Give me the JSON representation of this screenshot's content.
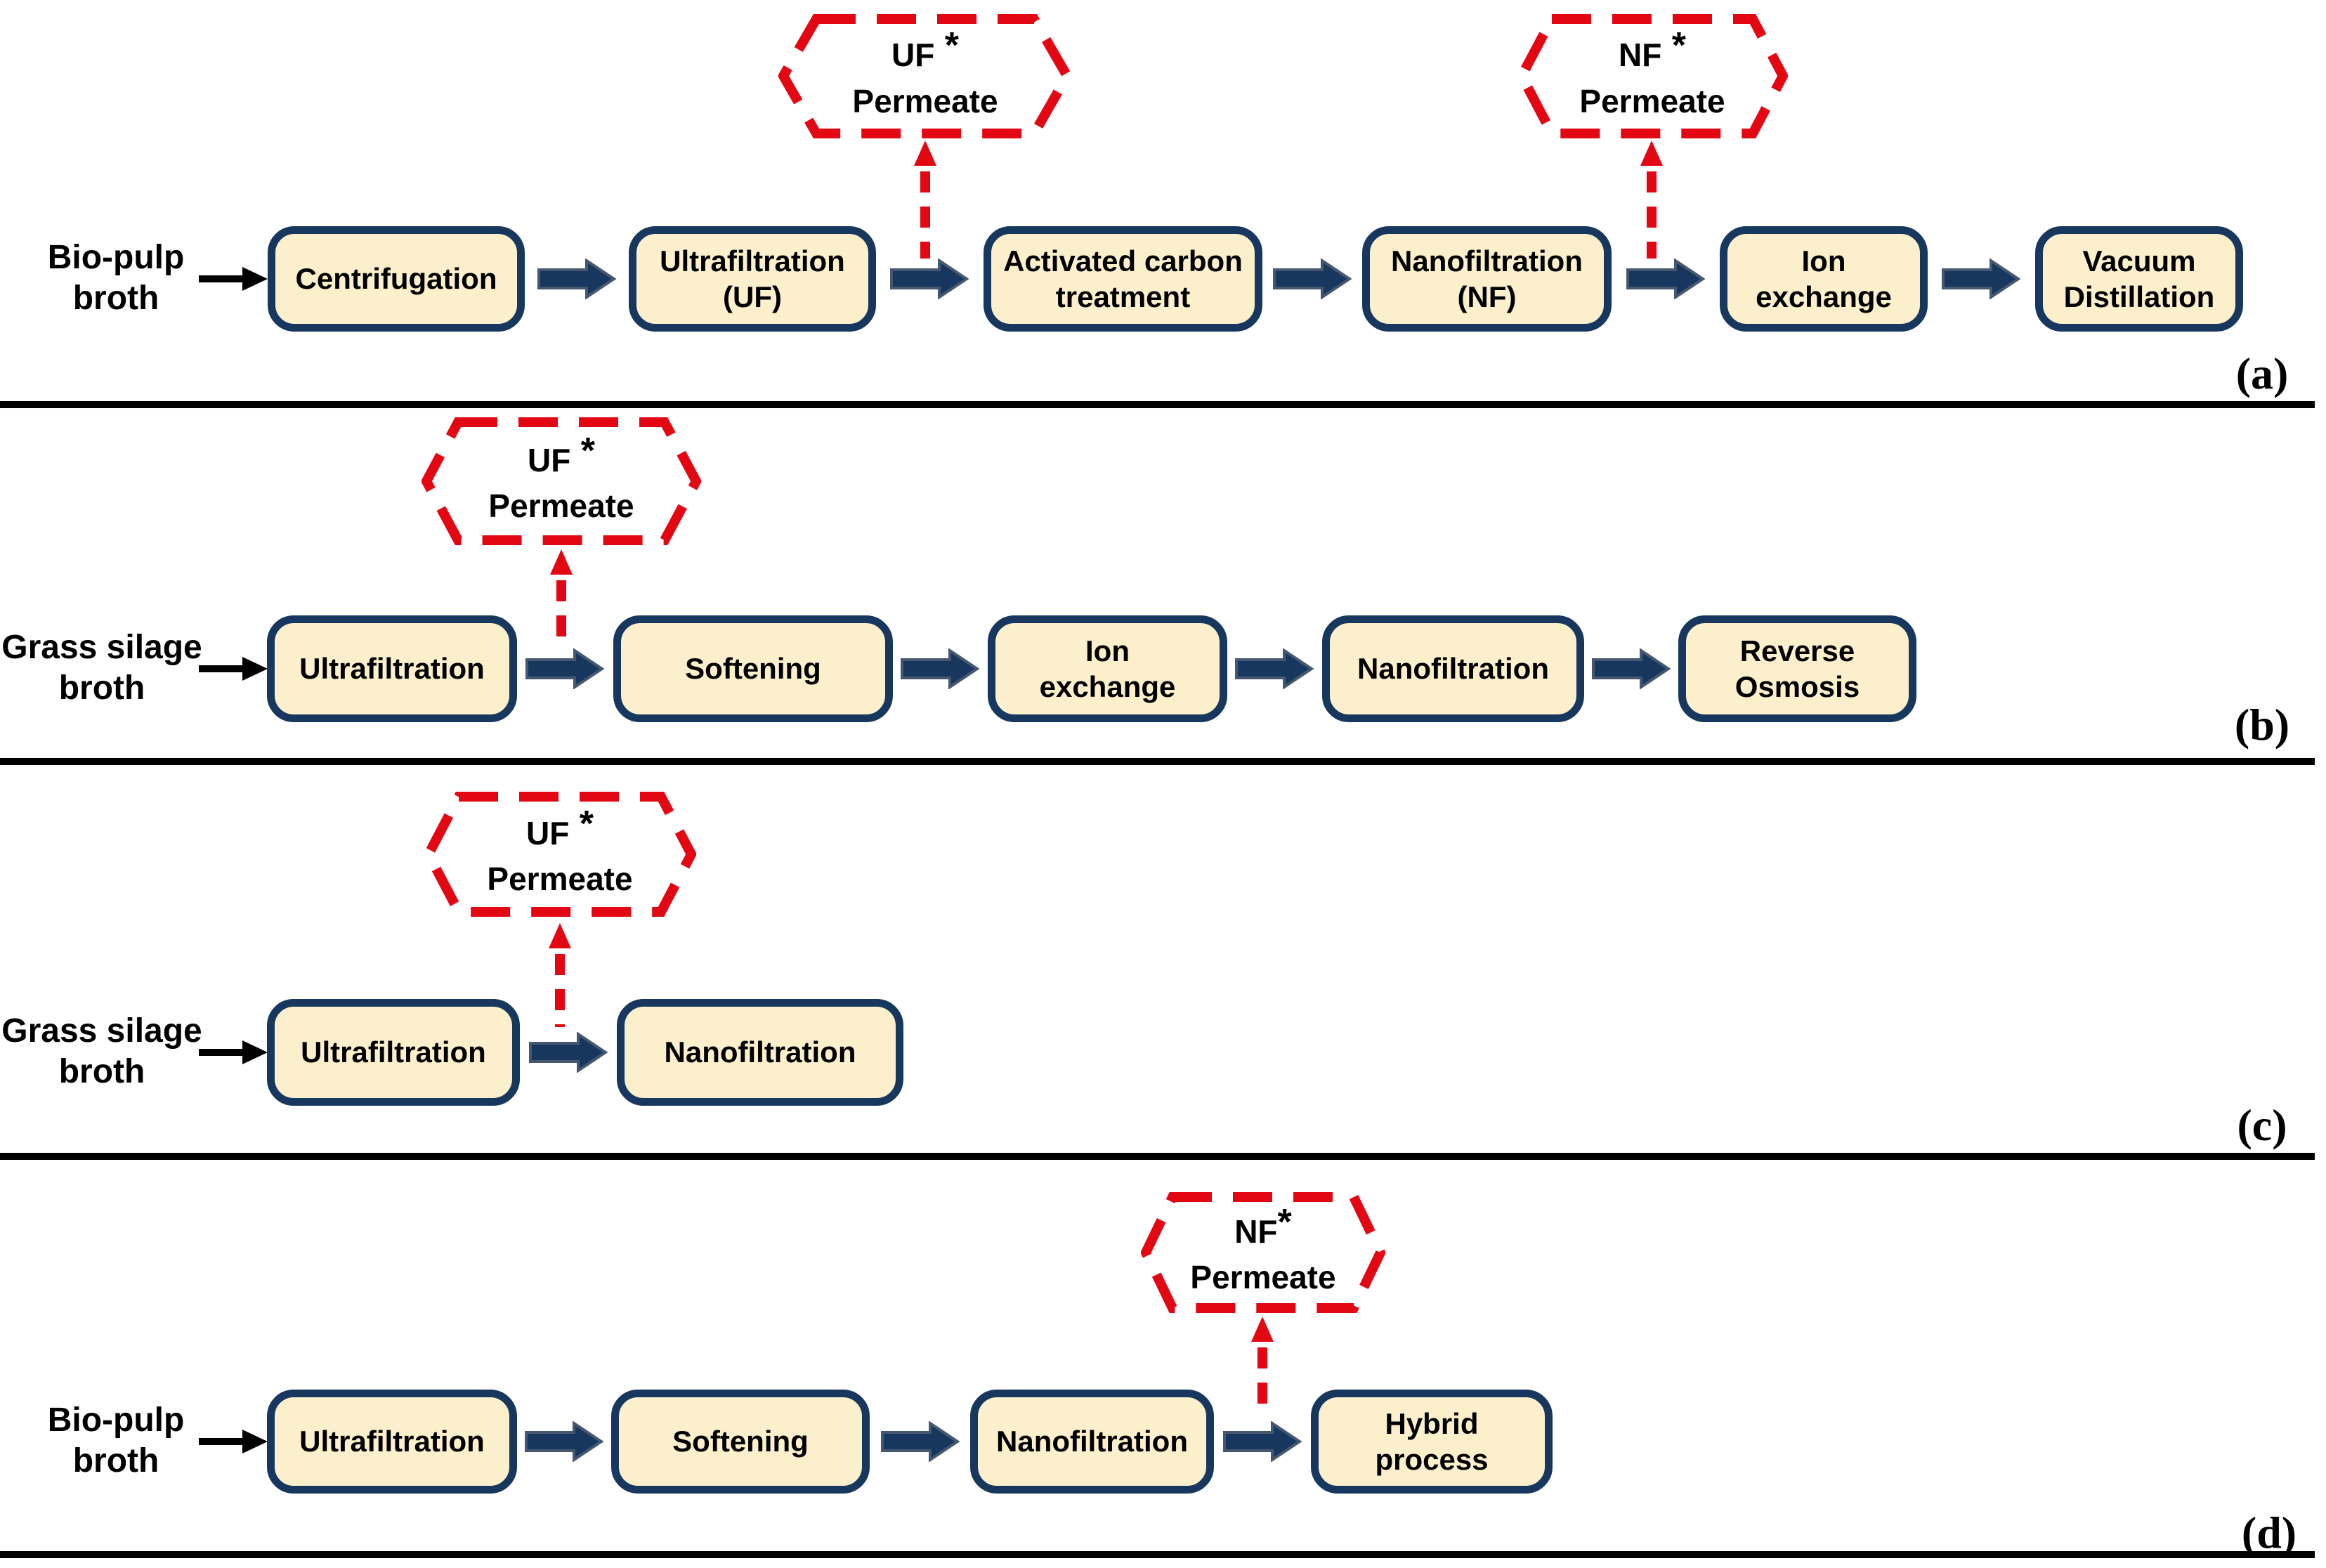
{
  "colors": {
    "background": "#FFFFFF",
    "box_fill": "#FBF0CB",
    "box_border": "#17375E",
    "arrow_fill": "#17375E",
    "arrow_outline": "#46586F",
    "permeate_red": "#E30613",
    "ink": "#000000"
  },
  "panels": [
    {
      "label": "(a)",
      "source": {
        "line1": "Bio-pulp",
        "line2": "broth"
      },
      "hexagons": [
        {
          "code": "UF",
          "star": " *",
          "word": "Permeate"
        },
        {
          "code": "NF",
          "star": " *",
          "word": "Permeate"
        }
      ],
      "boxes": [
        {
          "line1": "Centrifugation",
          "line2": ""
        },
        {
          "line1": "Ultrafiltration",
          "line2": "(UF)"
        },
        {
          "line1": "Activated carbon",
          "line2": "treatment"
        },
        {
          "line1": "Nanofiltration",
          "line2": "(NF)"
        },
        {
          "line1": "Ion",
          "line2": "exchange"
        },
        {
          "line1": "Vacuum",
          "line2": "Distillation"
        }
      ]
    },
    {
      "label": "(b)",
      "source": {
        "line1": "Grass silage",
        "line2": "broth"
      },
      "hexagons": [
        {
          "code": "UF",
          "star": " *",
          "word": "Permeate"
        }
      ],
      "boxes": [
        {
          "line1": "Ultrafiltration",
          "line2": ""
        },
        {
          "line1": "Softening",
          "line2": ""
        },
        {
          "line1": "Ion",
          "line2": "exchange"
        },
        {
          "line1": "Nanofiltration",
          "line2": ""
        },
        {
          "line1": "Reverse",
          "line2": "Osmosis"
        }
      ]
    },
    {
      "label": "(c)",
      "source": {
        "line1": "Grass silage",
        "line2": "broth"
      },
      "hexagons": [
        {
          "code": "UF",
          "star": " *",
          "word": "Permeate"
        }
      ],
      "boxes": [
        {
          "line1": "Ultrafiltration",
          "line2": ""
        },
        {
          "line1": "Nanofiltration",
          "line2": ""
        }
      ]
    },
    {
      "label": "(d)",
      "source": {
        "line1": "Bio-pulp",
        "line2": "broth"
      },
      "hexagons": [
        {
          "code": "NF",
          "star": "*",
          "word": "Permeate"
        }
      ],
      "boxes": [
        {
          "line1": "Ultrafiltration",
          "line2": ""
        },
        {
          "line1": "Softening",
          "line2": ""
        },
        {
          "line1": "Nanofiltration",
          "line2": ""
        },
        {
          "line1": "Hybrid",
          "line2": "process"
        }
      ]
    }
  ]
}
